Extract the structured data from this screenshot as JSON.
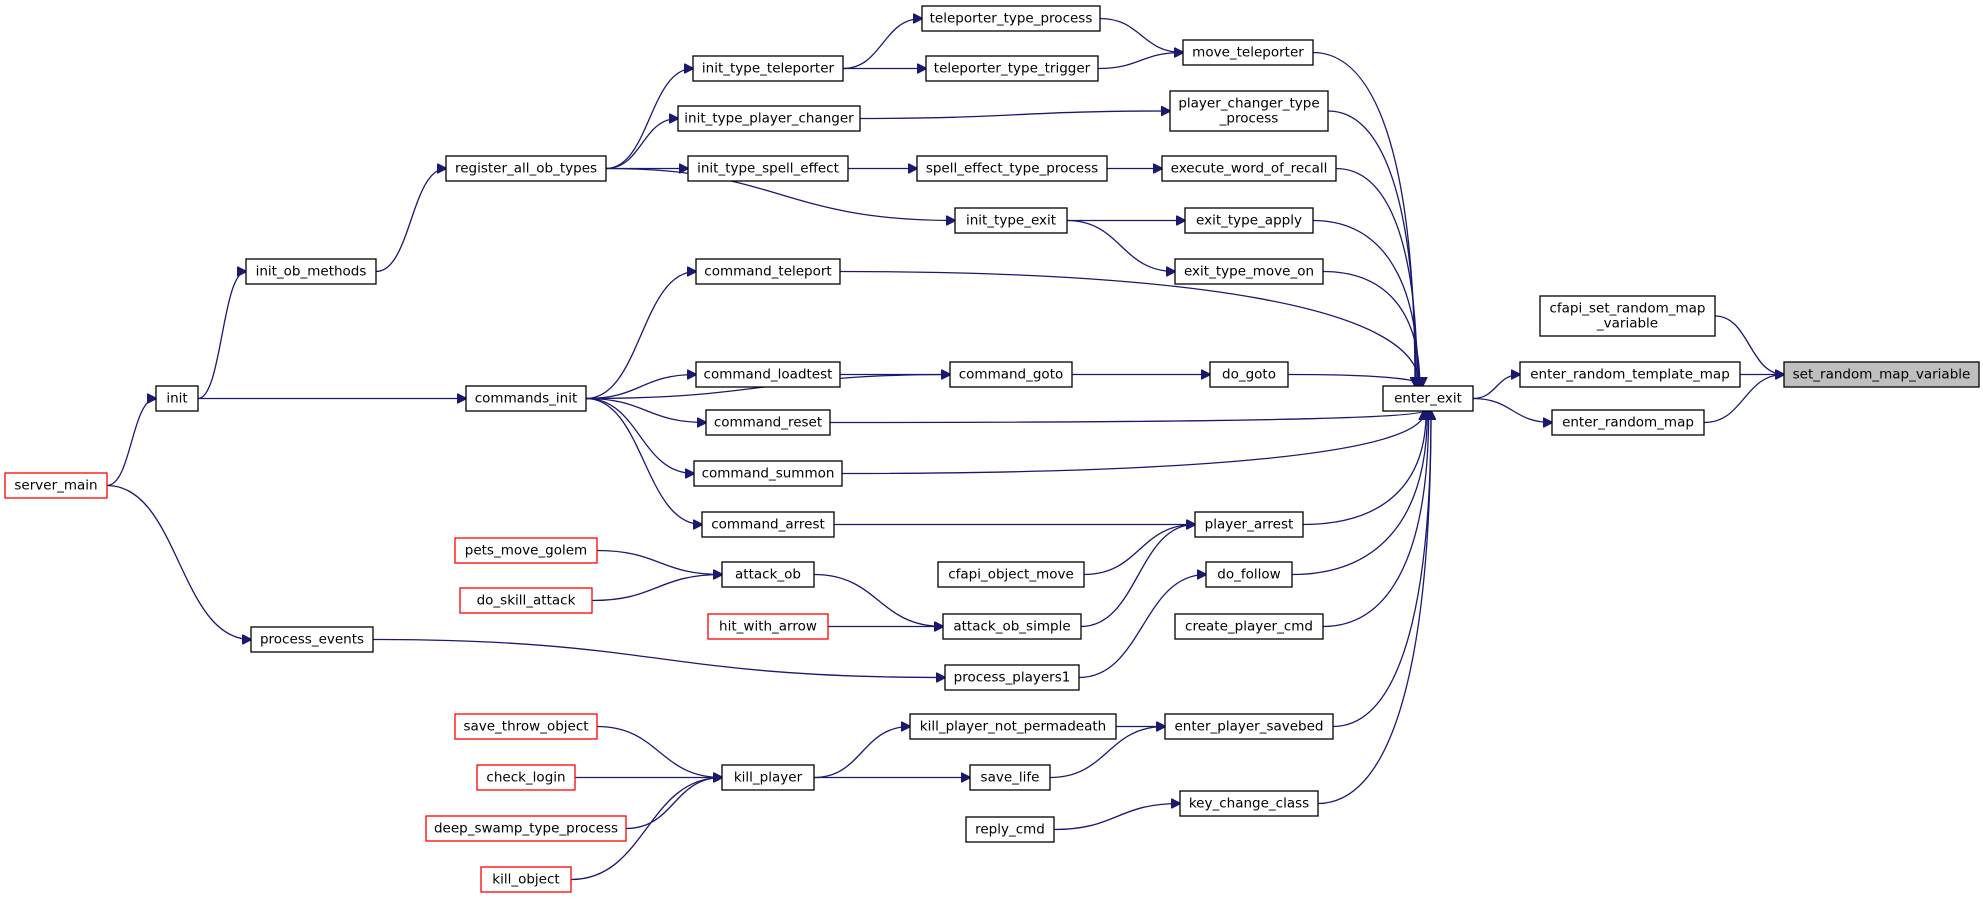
{
  "graph": {
    "title": "",
    "nodes": [
      {
        "id": "set_random_map_variable",
        "label": "set_random_map_variable",
        "style": "root"
      },
      {
        "id": "cfapi_set_random_map_variable",
        "label": "cfapi_set_random_map\n_variable",
        "style": "normal"
      },
      {
        "id": "enter_random_template_map",
        "label": "enter_random_template_map",
        "style": "normal"
      },
      {
        "id": "enter_random_map",
        "label": "enter_random_map",
        "style": "normal"
      },
      {
        "id": "enter_exit",
        "label": "enter_exit",
        "style": "normal"
      },
      {
        "id": "move_teleporter",
        "label": "move_teleporter",
        "style": "normal"
      },
      {
        "id": "player_changer_type_process",
        "label": "player_changer_type\n_process",
        "style": "normal"
      },
      {
        "id": "execute_word_of_recall",
        "label": "execute_word_of_recall",
        "style": "normal"
      },
      {
        "id": "exit_type_apply",
        "label": "exit_type_apply",
        "style": "normal"
      },
      {
        "id": "exit_type_move_on",
        "label": "exit_type_move_on",
        "style": "normal"
      },
      {
        "id": "do_goto",
        "label": "do_goto",
        "style": "normal"
      },
      {
        "id": "player_arrest",
        "label": "player_arrest",
        "style": "normal"
      },
      {
        "id": "do_follow",
        "label": "do_follow",
        "style": "normal"
      },
      {
        "id": "create_player_cmd",
        "label": "create_player_cmd",
        "style": "normal"
      },
      {
        "id": "enter_player_savebed",
        "label": "enter_player_savebed",
        "style": "normal"
      },
      {
        "id": "key_change_class",
        "label": "key_change_class",
        "style": "normal"
      },
      {
        "id": "teleporter_type_process",
        "label": "teleporter_type_process",
        "style": "normal"
      },
      {
        "id": "teleporter_type_trigger",
        "label": "teleporter_type_trigger",
        "style": "normal"
      },
      {
        "id": "spell_effect_type_process",
        "label": "spell_effect_type_process",
        "style": "normal"
      },
      {
        "id": "init_type_exit",
        "label": "init_type_exit",
        "style": "normal"
      },
      {
        "id": "command_goto",
        "label": "command_goto",
        "style": "normal"
      },
      {
        "id": "cfapi_object_move",
        "label": "cfapi_object_move",
        "style": "normal"
      },
      {
        "id": "attack_ob_simple",
        "label": "attack_ob_simple",
        "style": "normal"
      },
      {
        "id": "process_players1",
        "label": "process_players1",
        "style": "normal"
      },
      {
        "id": "kill_player_not_permadeath",
        "label": "kill_player_not_permadeath",
        "style": "normal"
      },
      {
        "id": "save_life",
        "label": "save_life",
        "style": "normal"
      },
      {
        "id": "reply_cmd",
        "label": "reply_cmd",
        "style": "normal"
      },
      {
        "id": "init_type_teleporter",
        "label": "init_type_teleporter",
        "style": "normal"
      },
      {
        "id": "init_type_player_changer",
        "label": "init_type_player_changer",
        "style": "normal"
      },
      {
        "id": "init_type_spell_effect",
        "label": "init_type_spell_effect",
        "style": "normal"
      },
      {
        "id": "command_teleport",
        "label": "command_teleport",
        "style": "normal"
      },
      {
        "id": "command_loadtest",
        "label": "command_loadtest",
        "style": "normal"
      },
      {
        "id": "command_reset",
        "label": "command_reset",
        "style": "normal"
      },
      {
        "id": "command_summon",
        "label": "command_summon",
        "style": "normal"
      },
      {
        "id": "command_arrest",
        "label": "command_arrest",
        "style": "normal"
      },
      {
        "id": "attack_ob",
        "label": "attack_ob",
        "style": "normal"
      },
      {
        "id": "hit_with_arrow",
        "label": "hit_with_arrow",
        "style": "truncated"
      },
      {
        "id": "kill_player",
        "label": "kill_player",
        "style": "normal"
      },
      {
        "id": "register_all_ob_types",
        "label": "register_all_ob_types",
        "style": "normal"
      },
      {
        "id": "commands_init",
        "label": "commands_init",
        "style": "normal"
      },
      {
        "id": "pets_move_golem",
        "label": "pets_move_golem",
        "style": "truncated"
      },
      {
        "id": "do_skill_attack",
        "label": "do_skill_attack",
        "style": "truncated"
      },
      {
        "id": "save_throw_object",
        "label": "save_throw_object",
        "style": "truncated"
      },
      {
        "id": "check_login",
        "label": "check_login",
        "style": "truncated"
      },
      {
        "id": "deep_swamp_type_process",
        "label": "deep_swamp_type_process",
        "style": "truncated"
      },
      {
        "id": "kill_object",
        "label": "kill_object",
        "style": "truncated"
      },
      {
        "id": "init_ob_methods",
        "label": "init_ob_methods",
        "style": "normal"
      },
      {
        "id": "init",
        "label": "init",
        "style": "normal"
      },
      {
        "id": "process_events",
        "label": "process_events",
        "style": "normal"
      },
      {
        "id": "server_main",
        "label": "server_main",
        "style": "truncated"
      }
    ],
    "edges": [
      [
        "cfapi_set_random_map_variable",
        "set_random_map_variable"
      ],
      [
        "enter_random_template_map",
        "set_random_map_variable"
      ],
      [
        "enter_random_map",
        "set_random_map_variable"
      ],
      [
        "enter_exit",
        "enter_random_template_map"
      ],
      [
        "enter_exit",
        "enter_random_map"
      ],
      [
        "move_teleporter",
        "enter_exit"
      ],
      [
        "player_changer_type_process",
        "enter_exit"
      ],
      [
        "execute_word_of_recall",
        "enter_exit"
      ],
      [
        "exit_type_apply",
        "enter_exit"
      ],
      [
        "exit_type_move_on",
        "enter_exit"
      ],
      [
        "command_teleport",
        "enter_exit"
      ],
      [
        "do_goto",
        "enter_exit"
      ],
      [
        "command_reset",
        "enter_exit"
      ],
      [
        "command_summon",
        "enter_exit"
      ],
      [
        "player_arrest",
        "enter_exit"
      ],
      [
        "do_follow",
        "enter_exit"
      ],
      [
        "create_player_cmd",
        "enter_exit"
      ],
      [
        "enter_player_savebed",
        "enter_exit"
      ],
      [
        "key_change_class",
        "enter_exit"
      ],
      [
        "teleporter_type_process",
        "move_teleporter"
      ],
      [
        "teleporter_type_trigger",
        "move_teleporter"
      ],
      [
        "init_type_teleporter",
        "teleporter_type_process"
      ],
      [
        "init_type_teleporter",
        "teleporter_type_trigger"
      ],
      [
        "init_type_player_changer",
        "player_changer_type_process"
      ],
      [
        "spell_effect_type_process",
        "execute_word_of_recall"
      ],
      [
        "init_type_spell_effect",
        "spell_effect_type_process"
      ],
      [
        "init_type_exit",
        "exit_type_apply"
      ],
      [
        "init_type_exit",
        "exit_type_move_on"
      ],
      [
        "command_goto",
        "do_goto"
      ],
      [
        "commands_init",
        "command_goto"
      ],
      [
        "command_loadtest",
        "command_goto"
      ],
      [
        "command_arrest",
        "player_arrest"
      ],
      [
        "cfapi_object_move",
        "player_arrest"
      ],
      [
        "attack_ob_simple",
        "player_arrest"
      ],
      [
        "process_players1",
        "do_follow"
      ],
      [
        "kill_player_not_permadeath",
        "enter_player_savebed"
      ],
      [
        "save_life",
        "enter_player_savebed"
      ],
      [
        "reply_cmd",
        "key_change_class"
      ],
      [
        "register_all_ob_types",
        "init_type_teleporter"
      ],
      [
        "register_all_ob_types",
        "init_type_player_changer"
      ],
      [
        "register_all_ob_types",
        "init_type_spell_effect"
      ],
      [
        "register_all_ob_types",
        "init_type_exit"
      ],
      [
        "commands_init",
        "command_teleport"
      ],
      [
        "commands_init",
        "command_loadtest"
      ],
      [
        "commands_init",
        "command_reset"
      ],
      [
        "commands_init",
        "command_summon"
      ],
      [
        "commands_init",
        "command_arrest"
      ],
      [
        "attack_ob",
        "attack_ob_simple"
      ],
      [
        "hit_with_arrow",
        "attack_ob_simple"
      ],
      [
        "pets_move_golem",
        "attack_ob"
      ],
      [
        "do_skill_attack",
        "attack_ob"
      ],
      [
        "process_events",
        "process_players1"
      ],
      [
        "kill_player",
        "kill_player_not_permadeath"
      ],
      [
        "kill_player",
        "save_life"
      ],
      [
        "save_throw_object",
        "kill_player"
      ],
      [
        "check_login",
        "kill_player"
      ],
      [
        "deep_swamp_type_process",
        "kill_player"
      ],
      [
        "kill_object",
        "kill_player"
      ],
      [
        "init_ob_methods",
        "register_all_ob_types"
      ],
      [
        "init",
        "init_ob_methods"
      ],
      [
        "init",
        "commands_init"
      ],
      [
        "server_main",
        "init"
      ],
      [
        "server_main",
        "process_events"
      ]
    ]
  },
  "colors": {
    "edge": "#191970",
    "node_border": "#000000",
    "truncated_border": "#ff0000",
    "root_fill": "#bfbfbf"
  }
}
